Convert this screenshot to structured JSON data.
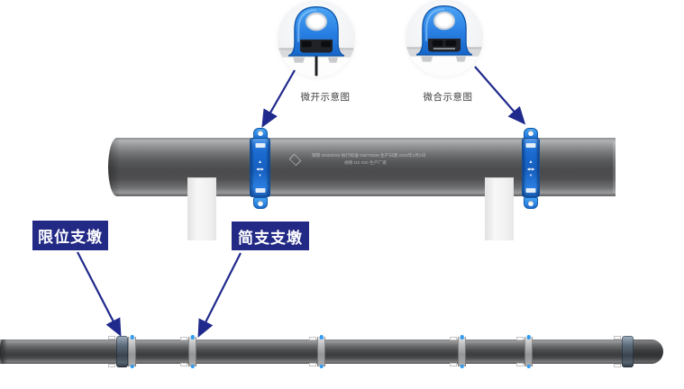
{
  "page": {
    "type": "pipeline-coupling-diagram",
    "background": "#ffffff"
  },
  "detail_views": [
    {
      "caption": "微开示意图",
      "state": "slightly-open"
    },
    {
      "caption": "微合示意图",
      "state": "slightly-closed"
    }
  ],
  "support_labels": [
    {
      "text": "限位支墩"
    },
    {
      "text": "简支支墩"
    }
  ],
  "pipe_marking": {
    "line1": "钢管 DN200X2  执行标准 GB/T5036  生产日期 2022年1月2日",
    "line2": "规格 DZ-200  生产厂家"
  },
  "icons": {
    "clamp_thumb": "▲",
    "clamp_arrows": "◀●▶",
    "clamp_chevron": "▼",
    "brand_logo": "diamond-outline"
  },
  "colors": {
    "coupling_blue": "#2e86e8",
    "label_navy": "#232a85",
    "arrow_navy": "#202a8c",
    "pipe_gray": "#4a4b4d",
    "pier_light": "#f2f2f2",
    "bolt_dot_blue": "#2f9bf2"
  }
}
